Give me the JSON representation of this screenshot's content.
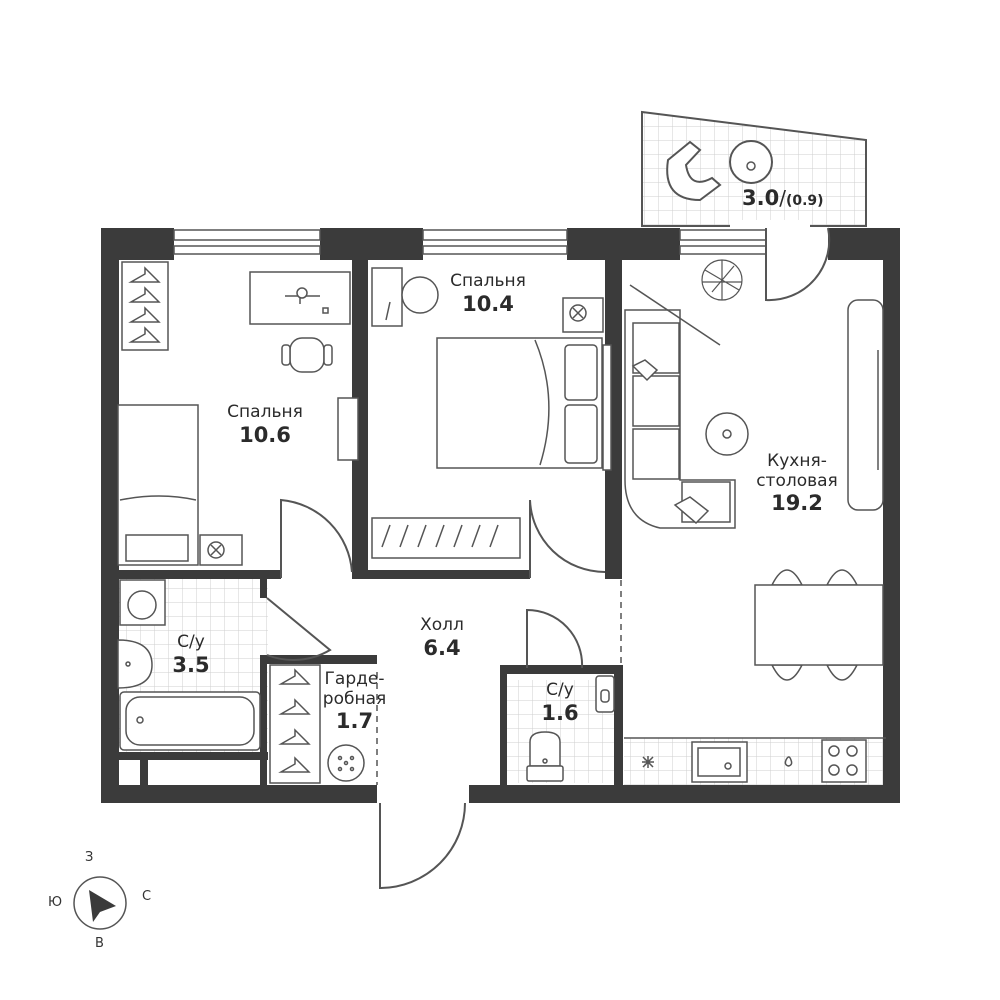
{
  "colors": {
    "wall": "#3b3b3b",
    "tile": "#cfcfcf",
    "line": "#555555",
    "bg": "#ffffff"
  },
  "rooms": {
    "bedroom_left": {
      "name": "Спальня",
      "area": "10.6"
    },
    "bedroom_mid": {
      "name": "Спальня",
      "area": "10.4"
    },
    "kitchen": {
      "name_line1": "Кухня-",
      "name_line2": "столовая",
      "area": "19.2"
    },
    "hall": {
      "name": "Холл",
      "area": "6.4"
    },
    "bath_left": {
      "name": "С/у",
      "area": "3.5"
    },
    "bath_small": {
      "name": "С/у",
      "area": "1.6"
    },
    "wardrobe": {
      "name_line1": "Гарде-",
      "name_line2": "робная",
      "area": "1.7"
    },
    "balcony": {
      "area": "3.0",
      "sep": "/",
      "area_reduced": "(0.9)"
    }
  },
  "compass": {
    "north": "З",
    "south": "В",
    "west": "Ю",
    "east": "С"
  }
}
